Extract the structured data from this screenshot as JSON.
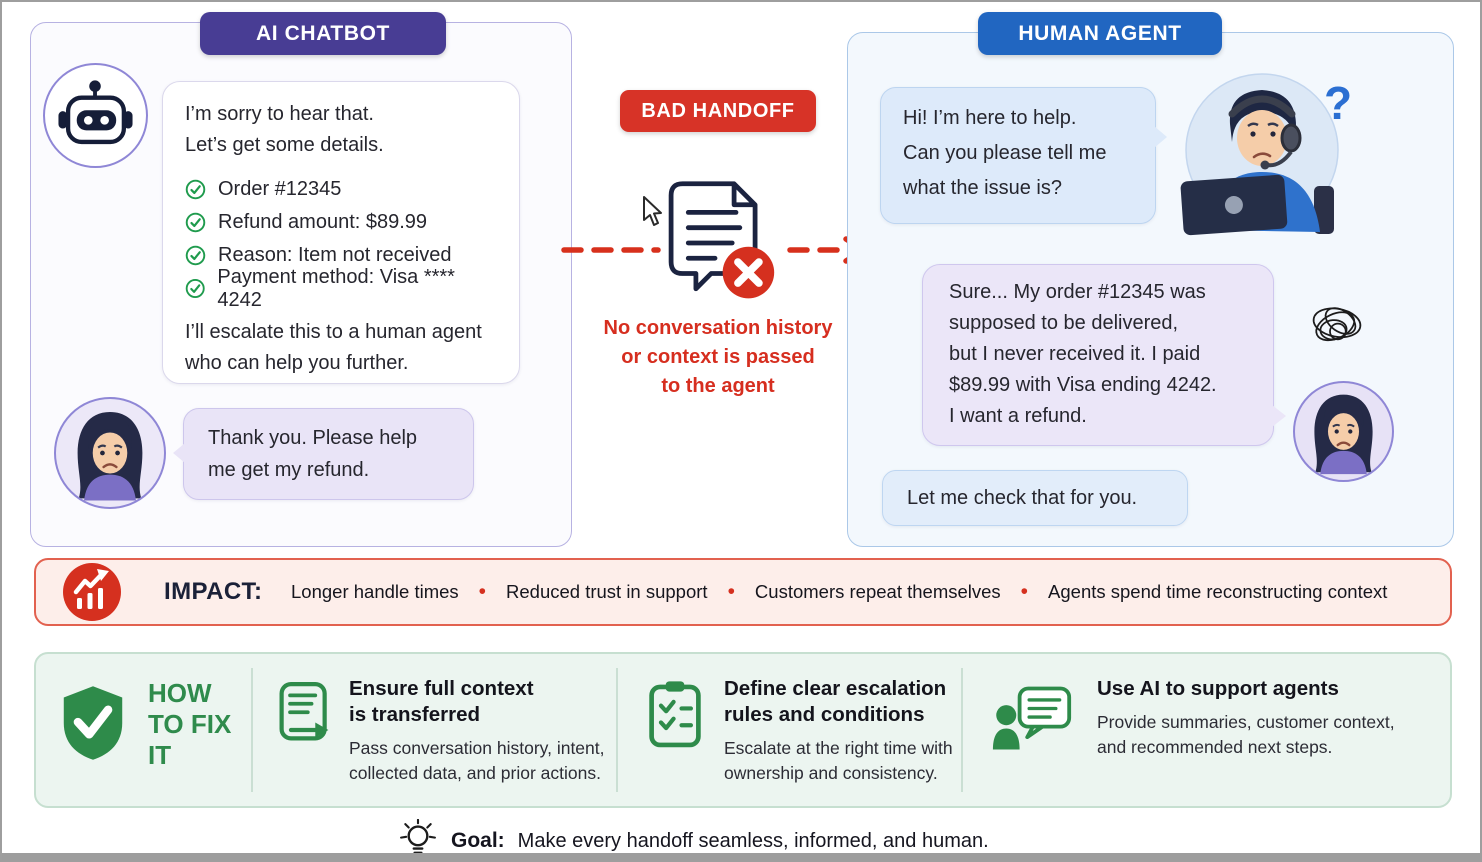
{
  "left_panel": {
    "badge": "AI CHATBOT",
    "bot_message": {
      "line1": "I’m sorry to hear that.",
      "line2": "Let’s get some details.",
      "checklist": [
        "Order #12345",
        "Refund amount: $89.99",
        "Reason: Item not received",
        "Payment method: Visa **** 4242"
      ],
      "outro1": "I’ll escalate this to a human agent",
      "outro2": "who can help you further."
    },
    "user_message": {
      "line1": "Thank you. Please help",
      "line2": "me get my refund."
    }
  },
  "handoff": {
    "badge": "BAD HANDOFF",
    "caption": [
      "No conversation history",
      "or context is passed",
      "to the agent"
    ]
  },
  "right_panel": {
    "badge": "HUMAN AGENT",
    "agent_greeting": [
      "Hi! I’m here to help.",
      "Can you please tell me",
      "what the issue is?"
    ],
    "question_mark": "?",
    "customer_message": [
      "Sure... My order #12345 was",
      "supposed to be delivered,",
      "but I never received it. I paid",
      "$89.99 with Visa ending 4242.",
      "I want a refund."
    ],
    "agent_reply": "Let me check that for you."
  },
  "impact": {
    "label": "IMPACT:",
    "separator": "•",
    "items": [
      "Longer handle times",
      "Reduced trust in support",
      "Customers repeat themselves",
      "Agents spend time reconstructing context"
    ]
  },
  "fixes": {
    "heading": [
      "HOW",
      "TO FIX",
      "IT"
    ],
    "items": [
      {
        "title1": "Ensure full context",
        "title2": "is transferred",
        "desc1": "Pass conversation history, intent,",
        "desc2": "collected data, and prior actions."
      },
      {
        "title1": "Define clear escalation",
        "title2": "rules and conditions",
        "desc1": "Escalate at the right time with",
        "desc2": "ownership and consistency."
      },
      {
        "title1": "Use AI to support agents",
        "title2": "",
        "desc1": "Provide summaries, customer context,",
        "desc2": "and recommended next steps."
      }
    ]
  },
  "goal": {
    "label": "Goal:",
    "text": "Make every handoff seamless, informed, and human."
  },
  "colors": {
    "purple": "#483d94",
    "blue": "#2166c1",
    "red": "#d5301f",
    "green": "#2e8b4a"
  }
}
